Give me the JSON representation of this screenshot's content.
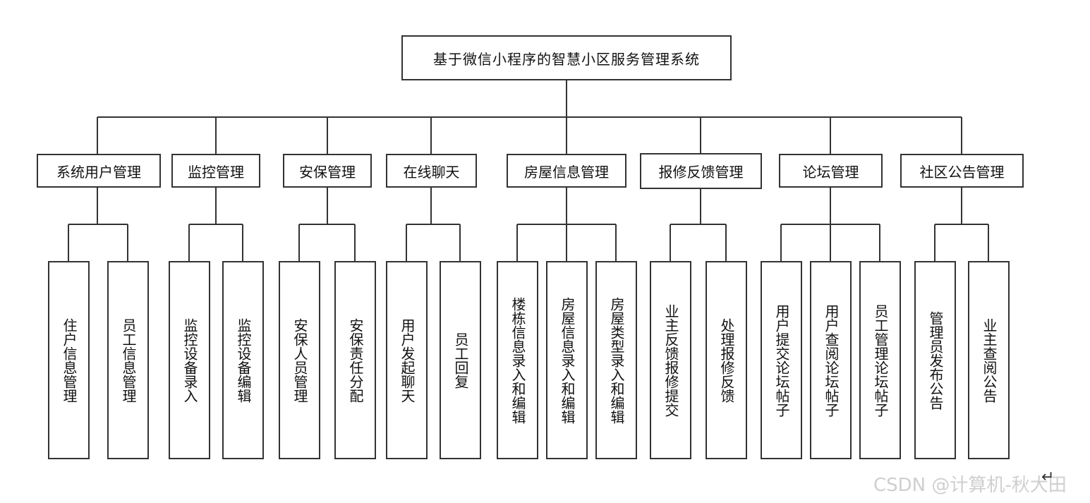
{
  "title": "基于微信小程序的智慧小区服务管理系统",
  "modules": [
    {
      "label": "系统用户管理",
      "children": [
        "住户信息管理",
        "员工信息管理"
      ]
    },
    {
      "label": "监控管理",
      "children": [
        "监控设备录入",
        "监控设备编辑"
      ]
    },
    {
      "label": "安保管理",
      "children": [
        "安保人员管理",
        "安保责任分配"
      ]
    },
    {
      "label": "在线聊天",
      "children": [
        "用户发起聊天",
        "员工回复"
      ]
    },
    {
      "label": "房屋信息管理",
      "children": [
        "楼栋信息录入和编辑",
        "房屋信息录入和编辑",
        "房屋类型录入和编辑"
      ]
    },
    {
      "label": "报修反馈管理",
      "children": [
        "业主反馈报修提交",
        "处理报修反馈"
      ]
    },
    {
      "label": "论坛管理",
      "children": [
        "用户提交论坛帖子",
        "用户查阅论坛帖子",
        "员工管理论坛帖子"
      ]
    },
    {
      "label": "社区公告管理",
      "children": [
        "管理员发布公告",
        "业主查阅公告"
      ]
    }
  ],
  "watermark": "CSDN @计算机-秋大田",
  "enter_mark": "↵",
  "colors": {
    "line": "#333333",
    "watermark": "#cfcfcf"
  }
}
